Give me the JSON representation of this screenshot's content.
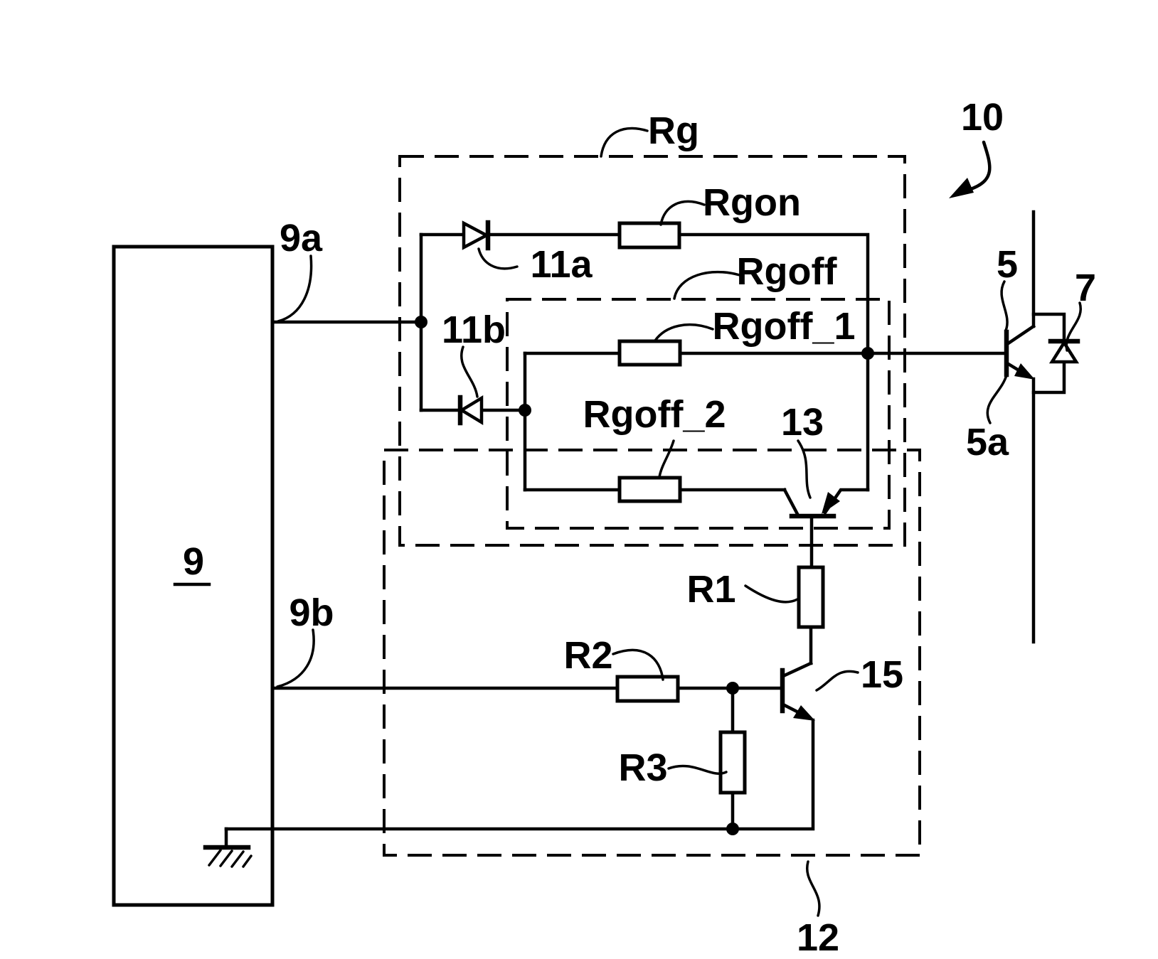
{
  "figure_title": "Gate driver circuit diagram",
  "colors": {
    "background": "#ffffff",
    "ink": "#000000"
  },
  "labels": {
    "driver_block": "9",
    "driver_output_top": "9a",
    "driver_output_bottom": "9b",
    "gate_resistor_network": "Rg",
    "turn_on_resistor": "Rgon",
    "turn_off_network": "Rgoff",
    "turn_off_resistor_1": "Rgoff_1",
    "turn_off_resistor_2": "Rgoff_2",
    "turn_on_diode": "11a",
    "turn_off_diode": "11b",
    "clamp_transistor": "13",
    "control_transistor": "15",
    "resistor_r1": "R1",
    "resistor_r2": "R2",
    "resistor_r3": "R3",
    "driver_arrangement": "10",
    "power_switch": "5",
    "gate_terminal": "5a",
    "freewheeling_diode": "7",
    "auxiliary_circuit": "12"
  }
}
